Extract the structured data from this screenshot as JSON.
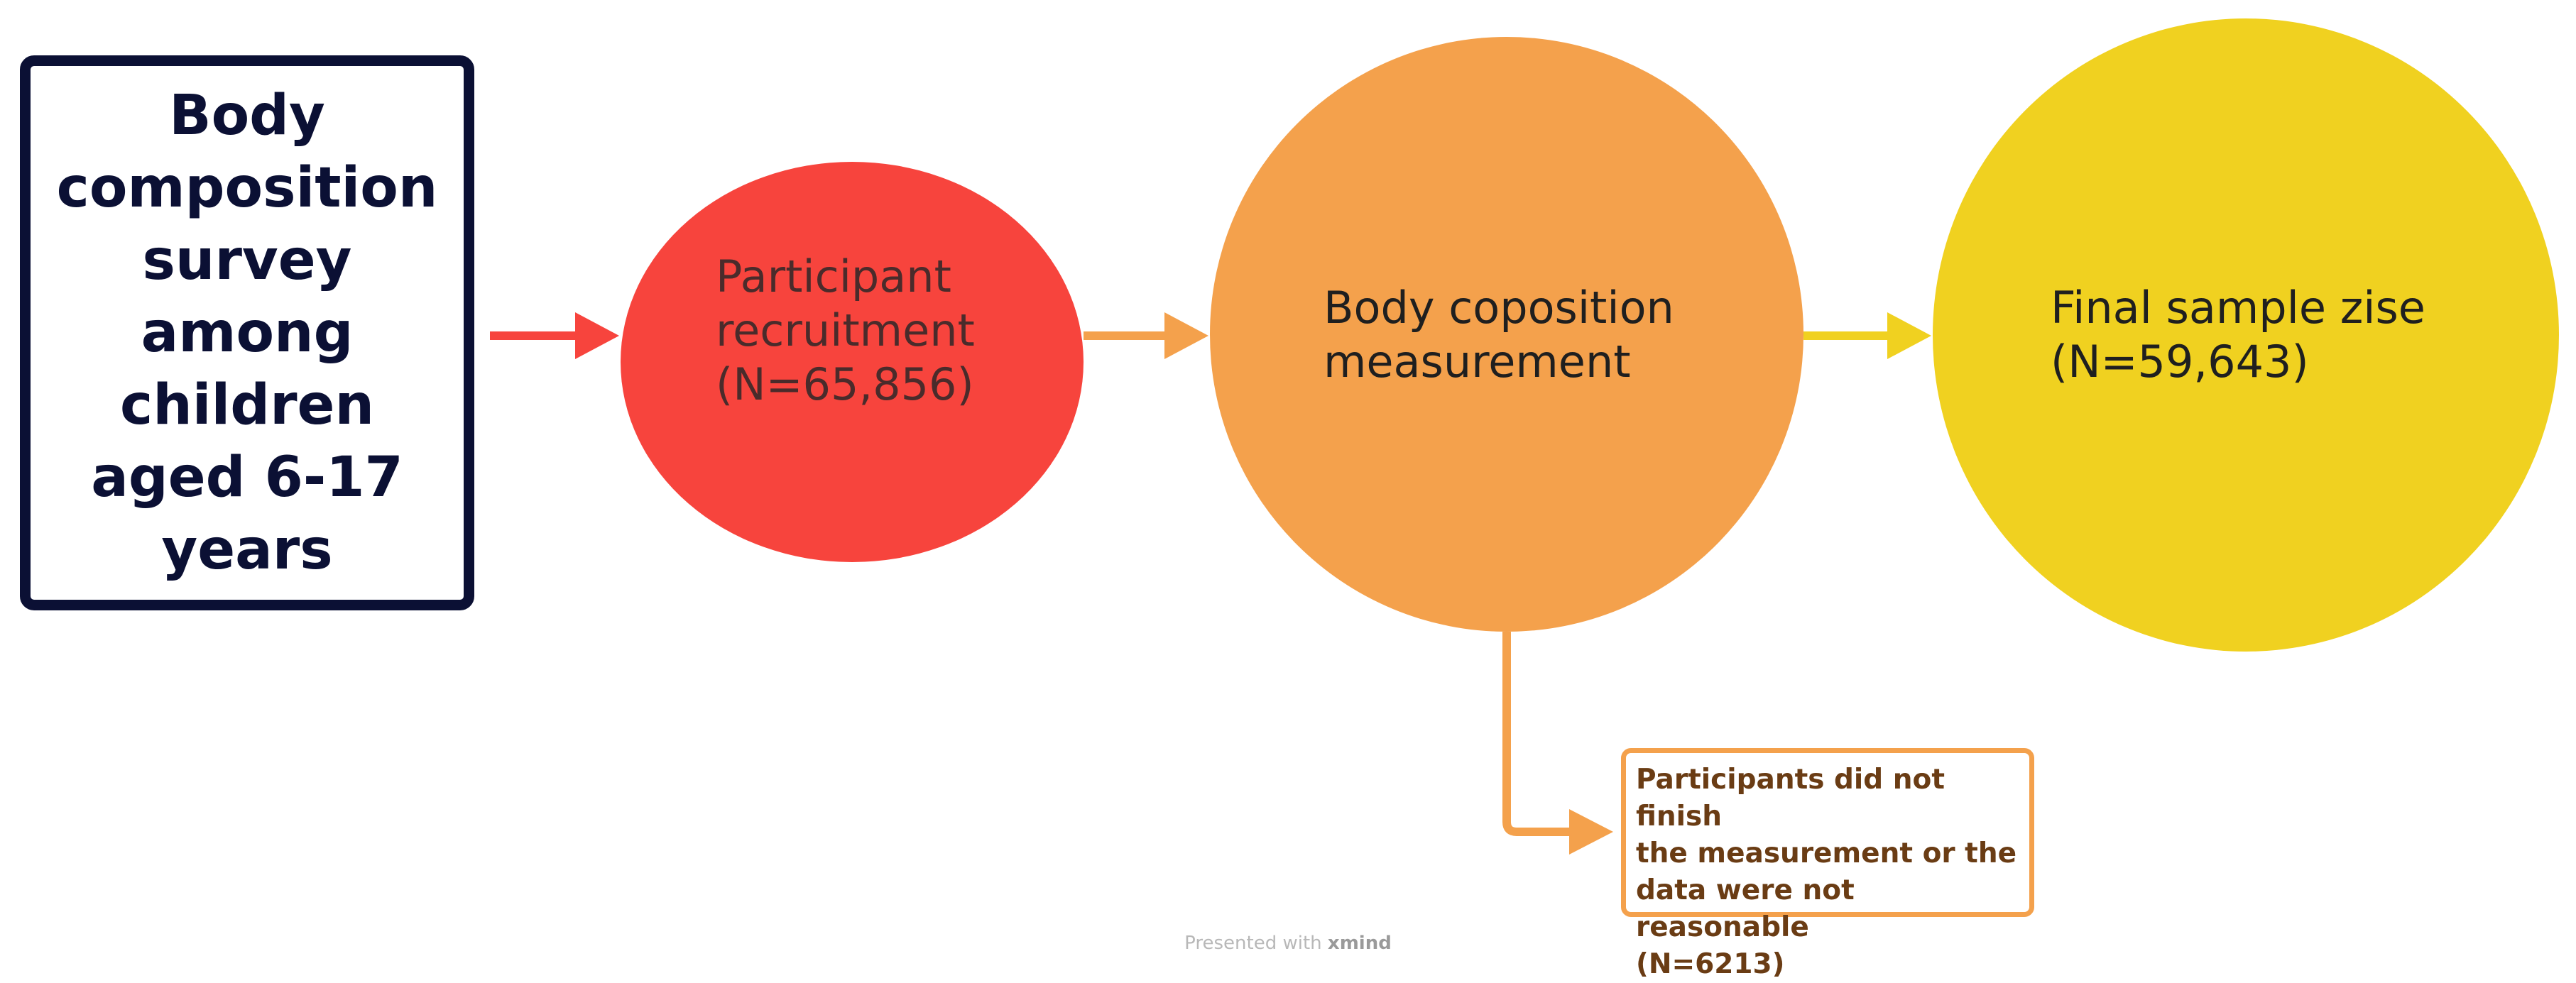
{
  "diagram": {
    "root": {
      "label": "Body composition survey among children aged 6-17 years"
    },
    "nodes": [
      {
        "label": "Participant\nrecruitment\n(N=65,856)",
        "color": "#f7443d"
      },
      {
        "label": "Body coposition\nmeasurement",
        "color": "#f4a14c"
      },
      {
        "label": "Final sample zise\n(N=59,643)",
        "color": "#f0d120"
      }
    ],
    "exclusion": {
      "label": "Participants did not finish\nthe measurement or the\ndata were not reasonable\n(N=6213)",
      "color": "#f4a14c"
    },
    "connector_colors": [
      "#f7443d",
      "#f4a14c",
      "#f0d120",
      "#f4a14c"
    ]
  },
  "footer": {
    "prefix": "Presented with ",
    "brand": "xmind"
  }
}
